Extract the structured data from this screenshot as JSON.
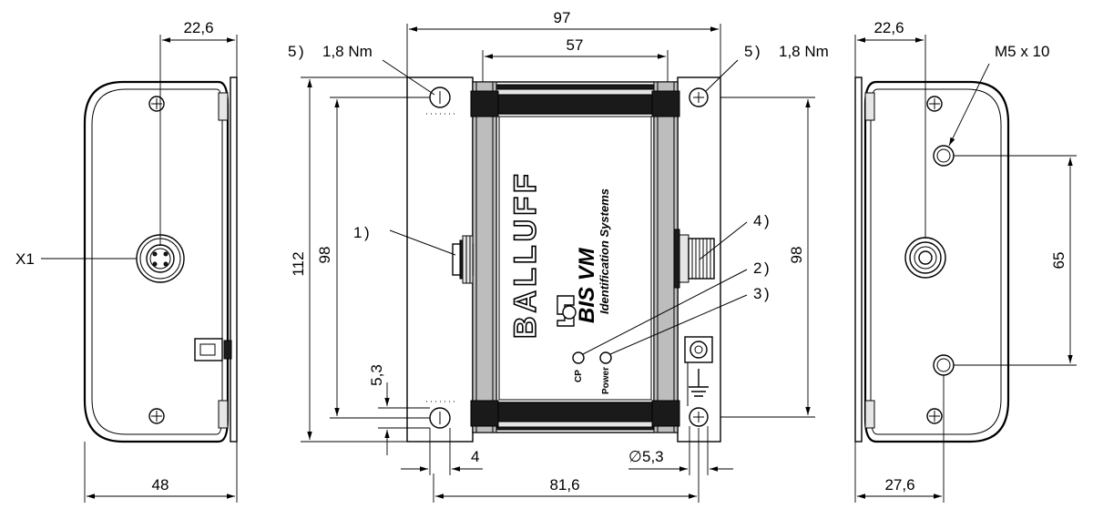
{
  "dimensions": {
    "left_top_width": "22,6",
    "left_bottom_width": "48",
    "connector_label": "X1",
    "front_total_width": "97",
    "front_inner_width": "57",
    "front_total_height": "112",
    "front_hole_height_left": "98",
    "front_hole_height_right": "98",
    "slot_height": "5,3",
    "slot_width": "4",
    "hole_pitch": "81,6",
    "hole_diameter": "5,3",
    "right_top_width": "22,6",
    "right_bottom_width": "27,6",
    "thread_label": "M5 x 10",
    "thread_pitch": "65"
  },
  "callouts": {
    "c5_left_num": "5",
    "c5_left_torque": "1,8 Nm",
    "c5_right_num": "5",
    "c5_right_torque": "1,8 Nm",
    "c1": "1",
    "c2": "2",
    "c3": "3",
    "c4": "4"
  },
  "device": {
    "brand": "BALLUFF",
    "product": "BIS VM",
    "subtitle": "Identification Systems",
    "led_cp": "CP",
    "led_power": "Power"
  },
  "symbols": {
    "diameter": "∅"
  }
}
